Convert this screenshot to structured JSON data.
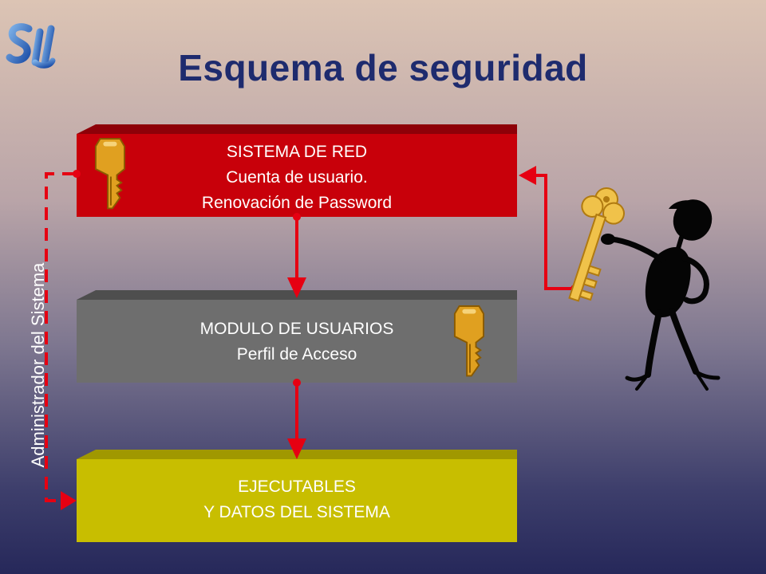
{
  "slide": {
    "title": "Esquema de seguridad",
    "logo_text": "SI"
  },
  "boxes": {
    "red": {
      "lines": [
        "SISTEMA DE RED",
        "Cuenta de usuario.",
        "Renovación de Password"
      ],
      "color": "#c8000a"
    },
    "gray": {
      "lines": [
        "MODULO DE USUARIOS",
        "Perfil de Acceso"
      ],
      "color": "#6e6e6e"
    },
    "yellow": {
      "lines": [
        "EJECUTABLES",
        "Y DATOS DEL SISTEMA"
      ],
      "color": "#c8be00"
    }
  },
  "side_label": "Administrador del Sistema",
  "colors": {
    "title": "#1e2b6e",
    "arrow": "#e60012",
    "key": "#e0a020"
  },
  "icons": [
    "logo-icon",
    "key-icon",
    "person-with-key-icon"
  ]
}
